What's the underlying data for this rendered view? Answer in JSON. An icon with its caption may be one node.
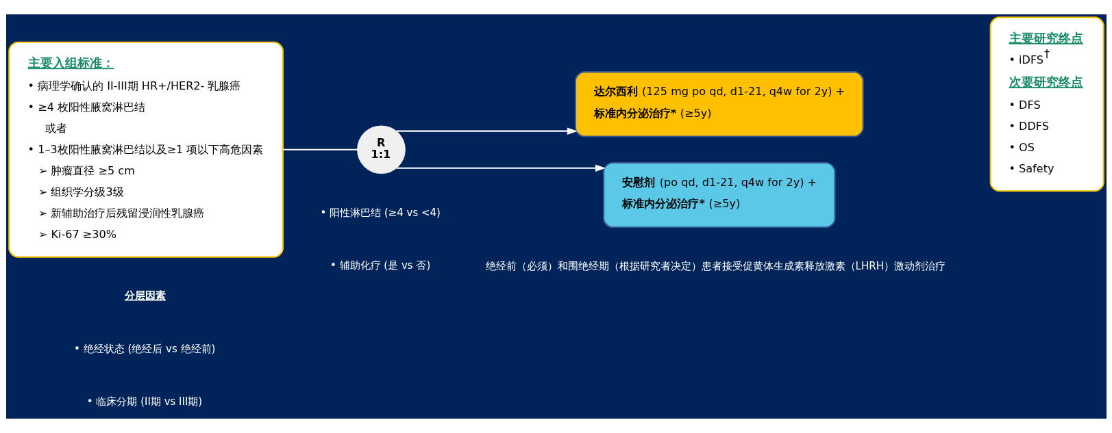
{
  "diagram": {
    "nodes": [
      {
        "text": [
          "主要入组标准：",
          "• 病理学确认的 II-III期 HR+/HER2- 乳腺癌",
          "• ≥4 枚阳性腋窝淋巴结",
          "或者",
          "• 1–3枚阳性腋窝淋巴结以及≥1 项以下高危因素",
          "➢ 肿瘤直径 ≥5 cm",
          "➢ 组织学分级3级",
          "➢ 新辅助治疗后残留浸润性乳腺癌",
          "➢ Ki-67 ≥30%"
        ]
      },
      {
        "text": [
          "R 1:1"
        ]
      },
      {
        "text": [
          "**达尔西利** (125 mg po qd, d1-21, q4w for 2y) +",
          "**标准内分泌治疗*** (≥5y)"
        ]
      },
      {
        "text": [
          "**安慰剂** (po qd, d1-21, q4w for 2y) +",
          "**标准内分泌治疗*** (≥5y)"
        ]
      },
      {
        "text": [
          "主要研究终点",
          "• iDFS$^{†}$",
          "次要研究终点",
          "• DFS",
          "• DDFS",
          "• OS",
          "• Safety"
        ]
      }
    ],
    "edges": [
      {
        "from": 0,
        "to": 1,
        "arrow": "none"
      },
      {
        "from": 1,
        "to": 2,
        "arrow": "to"
      },
      {
        "from": 1,
        "to": 3,
        "arrow": "to"
      }
    ],
    "labels": [
      "绝经前（必须）和围绝经期（根据研究者决定）患者接受促黄体生成素释放激素（LHRH）激动剂治疗",
      "分层因素",
      "• 绝经状态 (绝经后 vs 绝经前)",
      "• 阳性淋巴结 (≥4 vs <4)",
      "• 临床分期 (II期 vs III期)",
      "• 辅助化疗 (是 vs 否)"
    ]
  }
}
